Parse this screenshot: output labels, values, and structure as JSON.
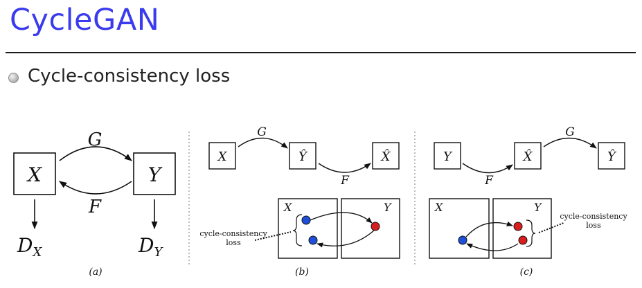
{
  "slide": {
    "title": "CycleGAN",
    "bullet": "Cycle-consistency loss"
  },
  "figure": {
    "panel_a": {
      "box_x": "X",
      "box_y": "Y",
      "arrow_top": "G",
      "arrow_bottom": "F",
      "disc_x": "D",
      "disc_x_sub": "X",
      "disc_y": "D",
      "disc_y_sub": "Y",
      "caption": "(a)"
    },
    "panel_b": {
      "box_1": "X",
      "box_2": "Ŷ",
      "box_3": "X̂",
      "arrow_g": "G",
      "arrow_f": "F",
      "domain_x": "X",
      "domain_y": "Y",
      "loss_line1": "cycle-consistency",
      "loss_line2": "loss",
      "caption": "(b)"
    },
    "panel_c": {
      "box_1": "Y",
      "box_2": "X̂",
      "box_3": "Ŷ",
      "arrow_g": "G",
      "arrow_f": "F",
      "domain_x": "X",
      "domain_y": "Y",
      "loss_line1": "cycle-consistency",
      "loss_line2": "loss",
      "caption": "(c)"
    },
    "colors": {
      "blue_point": "#1f4fd6",
      "red_point": "#d81f1f",
      "title": "#3a3aee"
    }
  }
}
